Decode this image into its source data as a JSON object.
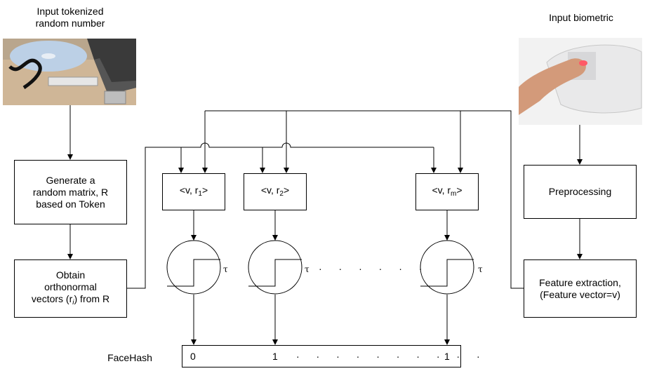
{
  "labels": {
    "token_input": "Input tokenized\nrandom number",
    "biometric_input": "Input biometric",
    "facehash": "FaceHash",
    "tau": "τ"
  },
  "boxes": {
    "generate_matrix": [
      "Generate a",
      "random matrix, R",
      "based on Token"
    ],
    "obtain_vectors": {
      "line1": "Obtain",
      "line2": "orthonormal",
      "line3_a": "vectors (r",
      "line3_sub": "i",
      "line3_b": ") from R"
    },
    "preprocessing": "Preprocessing",
    "feature_extraction": [
      "Feature extraction,",
      "(Feature vector=v)"
    ],
    "inner_products": [
      {
        "pre": "<v, r",
        "sub": "1",
        "post": ">"
      },
      {
        "pre": "<v, r",
        "sub": "2",
        "post": ">"
      },
      {
        "pre": "<v, r",
        "sub": "m",
        "post": ">"
      }
    ]
  },
  "hash_values": [
    "0",
    "1",
    "1"
  ],
  "ellipsis": "· · · · · ·",
  "hash_ellipsis": "· · · · · · · · · ·",
  "icons": {
    "token_photo": "usb-token-laptop-photo",
    "biometric_photo": "fingerprint-scanner-photo",
    "threshold_symbol": "step-function-icon"
  }
}
